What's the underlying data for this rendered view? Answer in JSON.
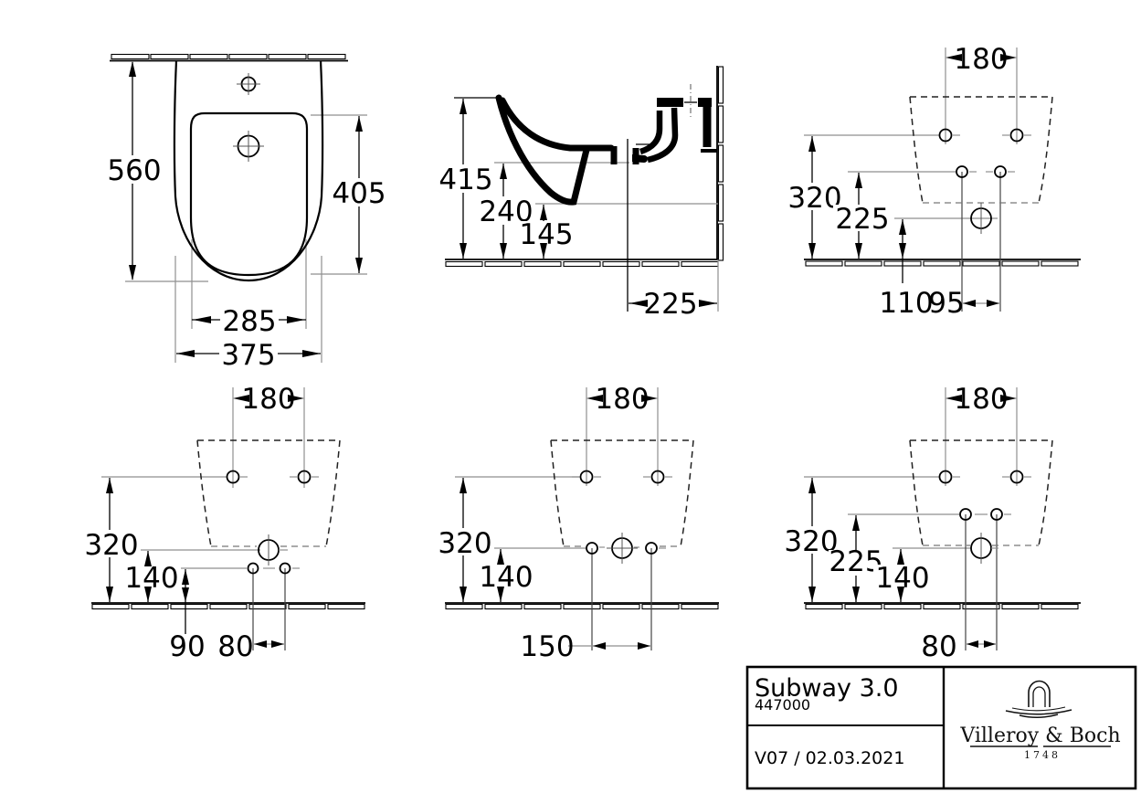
{
  "product": {
    "name": "Subway 3.0",
    "article_number": "447000",
    "version_date": "V07 / 02.03.2021"
  },
  "brand": {
    "name": "Villeroy & Boch",
    "founded": "1748"
  },
  "colors": {
    "line": "#000000",
    "leader_gray": "#8f8f8f",
    "background": "#ffffff"
  },
  "views": {
    "front": {
      "dim_height_total": "560",
      "dim_height_inner": "405",
      "dim_width_inner": "285",
      "dim_width_total": "375"
    },
    "side": {
      "dim_height_rim": "415",
      "dim_height_mid": "240",
      "dim_height_low": "145",
      "dim_drain_to_wall": "225"
    },
    "rear_top": {
      "dim_hole_spacing": "180",
      "dim_h_upper": "320",
      "dim_h_mid": "225",
      "dim_h_drain": "110",
      "dim_w_mid_holes": "95"
    },
    "rear_bottom_left": {
      "dim_hole_spacing": "180",
      "dim_h_upper": "320",
      "dim_h_drain": "140",
      "dim_h_low_holes": "90",
      "dim_w_low_holes": "80"
    },
    "rear_bottom_middle": {
      "dim_hole_spacing": "180",
      "dim_h_upper": "320",
      "dim_h_row": "140",
      "dim_w_row_holes": "150"
    },
    "rear_bottom_right": {
      "dim_hole_spacing": "180",
      "dim_h_upper": "320",
      "dim_h_mid_holes": "225",
      "dim_h_drain": "140",
      "dim_w_mid_holes": "80"
    }
  }
}
